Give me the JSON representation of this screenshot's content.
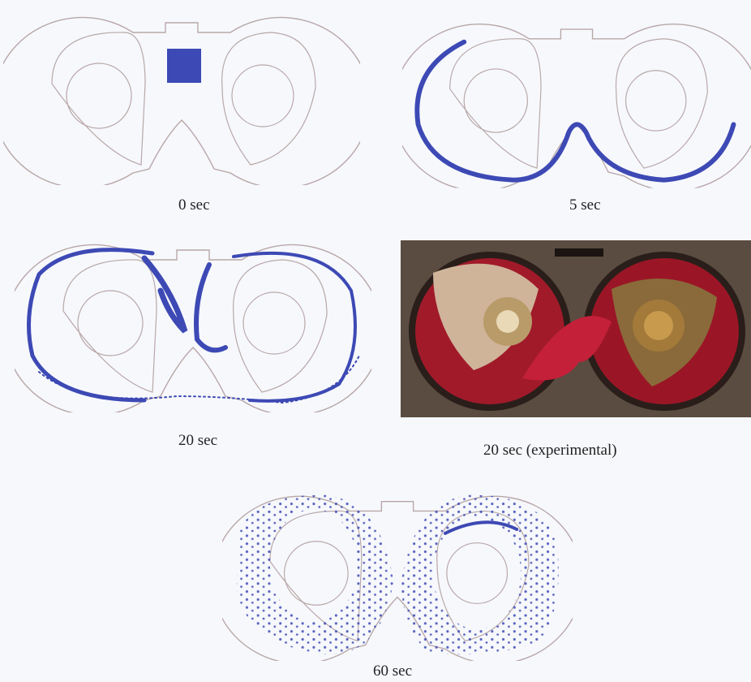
{
  "panels": [
    {
      "caption": "0 sec"
    },
    {
      "caption": "5 sec"
    },
    {
      "caption": "20 sec"
    },
    {
      "caption": "20 sec (experimental)"
    },
    {
      "caption": "60 sec"
    }
  ],
  "colors": {
    "dye": "#3d49b4",
    "outline": "#b9a7a7",
    "background": "#f6f8fc",
    "fluid_red": "#b3142c"
  }
}
